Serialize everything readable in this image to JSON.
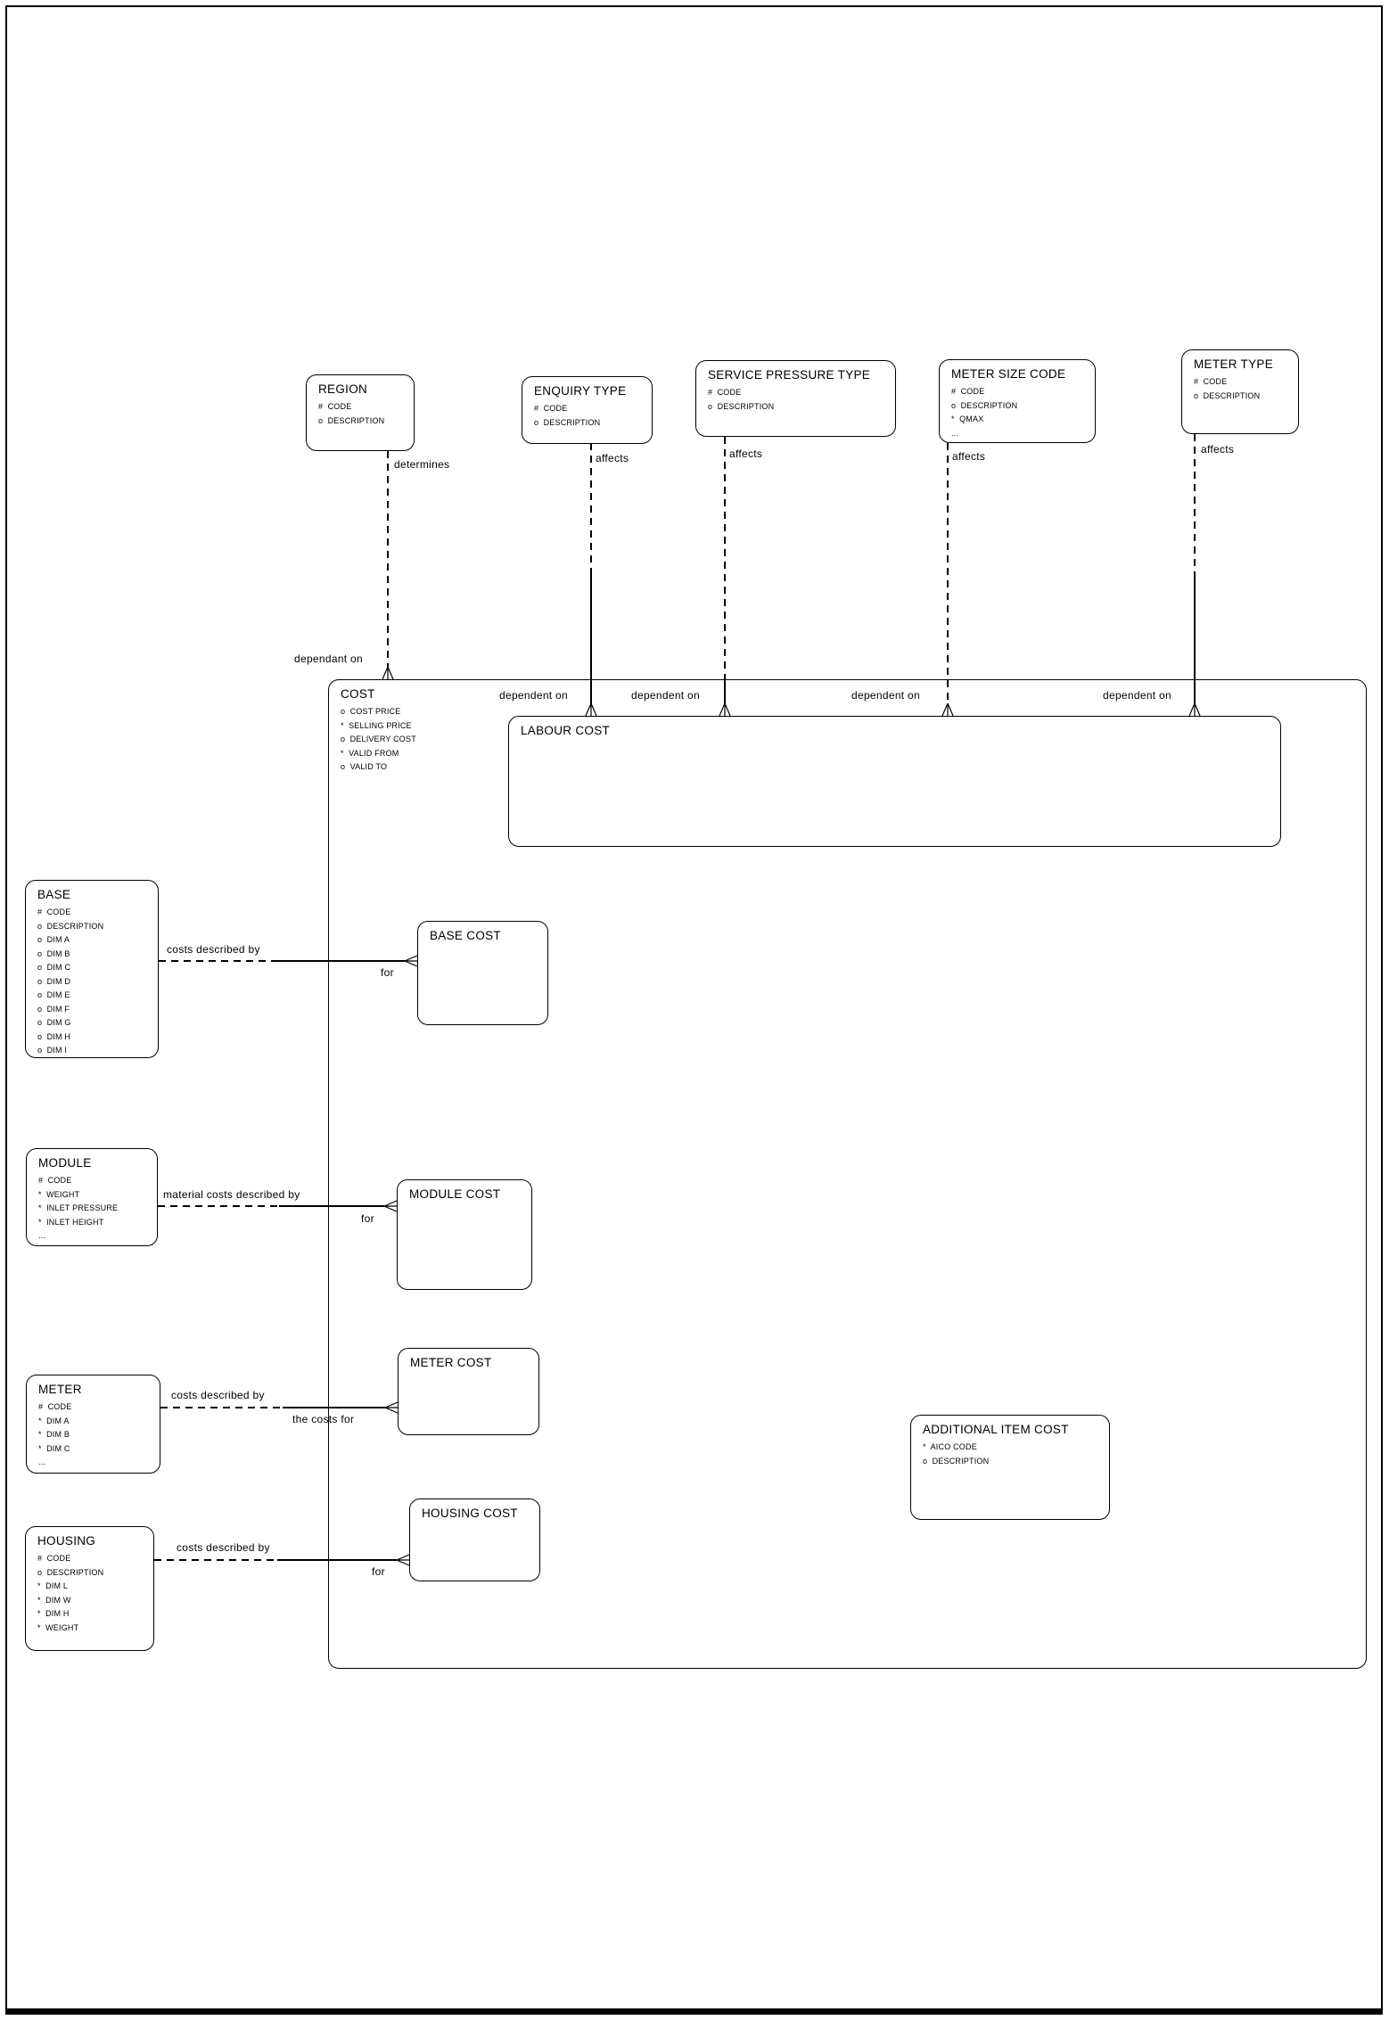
{
  "page": {
    "background": "#ffffff",
    "line_color": "#000000"
  },
  "entities": {
    "region": {
      "title": "REGION",
      "attrs": [
        "#  CODE",
        "o  DESCRIPTION"
      ]
    },
    "enquiry_type": {
      "title": "ENQUIRY TYPE",
      "attrs": [
        "#  CODE",
        "o  DESCRIPTION"
      ]
    },
    "service_pressure_type": {
      "title": "SERVICE PRESSURE TYPE",
      "attrs": [
        "#  CODE",
        "o  DESCRIPTION"
      ]
    },
    "meter_size_code": {
      "title": "METER SIZE CODE",
      "attrs": [
        "#  CODE",
        "o  DESCRIPTION",
        "*  QMAX",
        "..."
      ]
    },
    "meter_type": {
      "title": "METER TYPE",
      "attrs": [
        "#  CODE",
        "o  DESCRIPTION"
      ]
    },
    "cost": {
      "title": "COST",
      "attrs": [
        "o  COST PRICE",
        "*  SELLING PRICE",
        "o  DELIVERY COST",
        "*  VALID FROM",
        "o  VALID TO"
      ]
    },
    "labour_cost": {
      "title": "LABOUR COST",
      "attrs": []
    },
    "base": {
      "title": "BASE",
      "attrs": [
        "#  CODE",
        "o  DESCRIPTION",
        "o  DIM A",
        "o  DIM B",
        "o  DIM C",
        "o  DIM D",
        "o  DIM E",
        "o  DIM F",
        "o  DIM G",
        "o  DIM H",
        "o  DIM I"
      ]
    },
    "base_cost": {
      "title": "BASE COST",
      "attrs": []
    },
    "module": {
      "title": "MODULE",
      "attrs": [
        "#  CODE",
        "*  WEIGHT",
        "*  INLET PRESSURE",
        "*  INLET HEIGHT",
        "..."
      ]
    },
    "module_cost": {
      "title": "MODULE COST",
      "attrs": []
    },
    "meter": {
      "title": "METER",
      "attrs": [
        "#  CODE",
        "*  DIM A",
        "*  DIM B",
        "*  DIM C",
        "..."
      ]
    },
    "meter_cost": {
      "title": "METER COST",
      "attrs": []
    },
    "housing": {
      "title": "HOUSING",
      "attrs": [
        "#  CODE",
        "o  DESCRIPTION",
        "*  DIM L",
        "*  DIM W",
        "*  DIM H",
        "*  WEIGHT"
      ]
    },
    "housing_cost": {
      "title": "HOUSING COST",
      "attrs": []
    },
    "additional_item_cost": {
      "title": "ADDITIONAL ITEM COST",
      "attrs": [
        "*  AICO CODE",
        "o  DESCRIPTION"
      ]
    }
  },
  "relationships": {
    "region_cost": {
      "near_label": "determines",
      "far_label": "dependant on"
    },
    "enquiry_type_labour_cost": {
      "near_label": "affects",
      "far_label": "dependent on"
    },
    "service_pressure_type_labour_cost": {
      "near_label": "affects",
      "far_label": "dependent on"
    },
    "meter_size_code_labour_cost": {
      "near_label": "affects",
      "far_label": "dependent on"
    },
    "meter_type_labour_cost": {
      "near_label": "affects",
      "far_label": "dependent on"
    },
    "base_base_cost": {
      "near_label": "costs described by",
      "far_label": "for"
    },
    "module_module_cost": {
      "near_label": "material costs described by",
      "far_label": "for"
    },
    "meter_meter_cost": {
      "near_label": "costs described by",
      "far_label": "the costs for"
    },
    "housing_housing_cost": {
      "near_label": "costs described by",
      "far_label": "for"
    }
  }
}
